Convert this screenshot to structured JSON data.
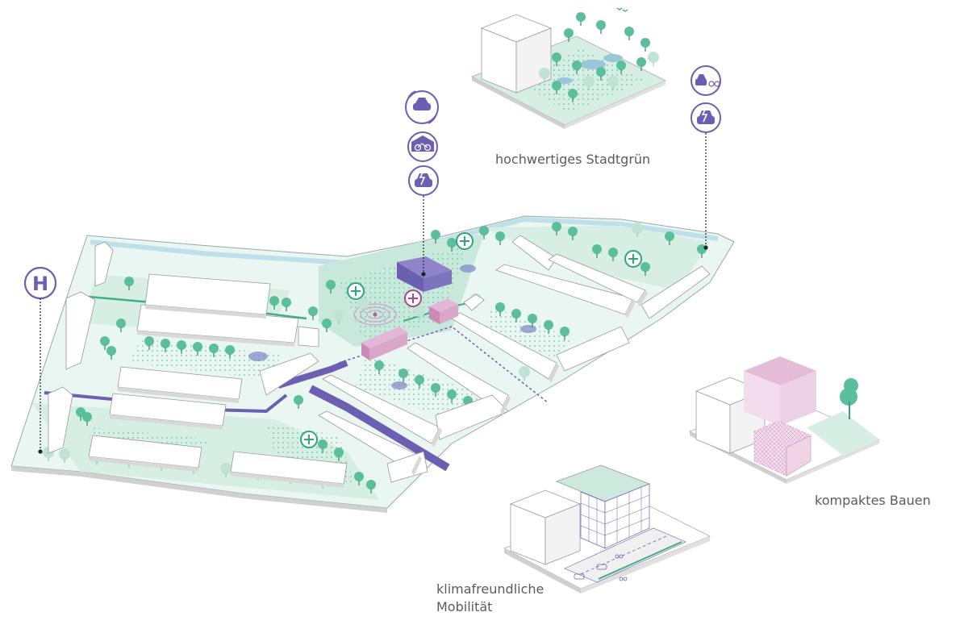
{
  "captions": {
    "green": "hochwertiges Stadtgrün",
    "compact": "kompaktes Bauen",
    "mobility_line1": "klimafreundliche",
    "mobility_line2": "Mobilität"
  },
  "icons": {
    "bus_stop_letter": "H",
    "hub_column": [
      "carsharing-icon",
      "bike-garage-icon",
      "ev-charging-icon"
    ],
    "east_column": [
      "car-bike-icon",
      "ev-charging-icon"
    ],
    "plus_markers": [
      "green-plus-icon",
      "green-plus-icon",
      "green-plus-icon",
      "green-plus-icon",
      "green-plus-icon",
      "pink-plus-icon"
    ]
  },
  "colors": {
    "green_space": "#d7eee5",
    "trees": "#5bbf9c",
    "mobility_purple": "#6a5fb0",
    "community_pink": "#d394c1",
    "water_blue": "#7b86c8",
    "buildings": "#ffffff",
    "building_shadow": "#d8d8d8",
    "caption_text": "#5a5a66"
  }
}
